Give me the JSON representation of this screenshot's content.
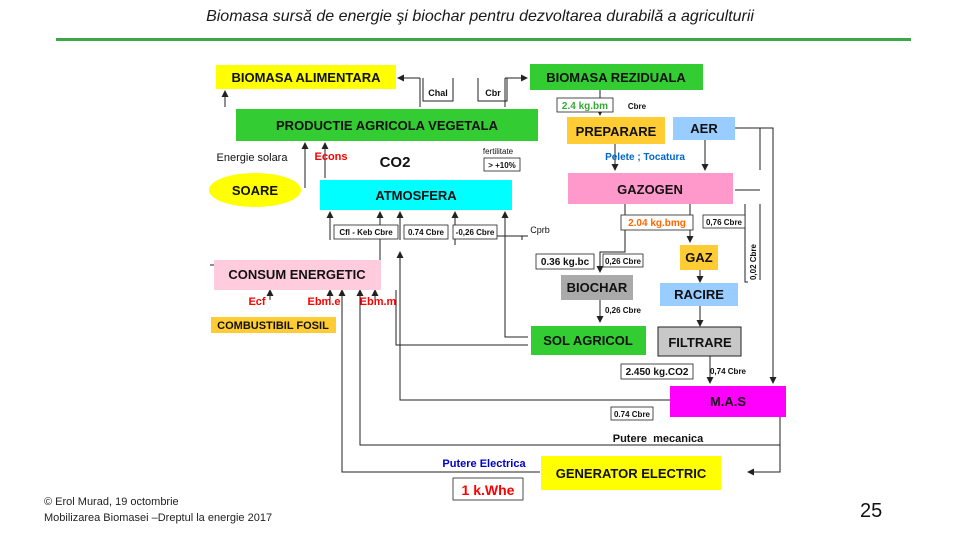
{
  "header": {
    "title": "Biomasa sursă de energie şi biochar pentru dezvoltarea durabilă a agriculturii"
  },
  "nodes": {
    "biomasa_alimentara": "BIOMASA ALIMENTARA",
    "biomasa_reziduala": "BIOMASA REZIDUALA",
    "productie": "PRODUCTIE AGRICOLA VEGETALA",
    "preparare": "PREPARARE",
    "aer": "AER",
    "soare": "SOARE",
    "atmosfera": "ATMOSFERA",
    "gazogen": "GAZOGEN",
    "gaz": "GAZ",
    "consum": "CONSUM ENERGETIC",
    "biochar": "BIOCHAR",
    "racire": "RACIRE",
    "combustibil": "COMBUSTIBIL FOSIL",
    "sol": "SOL AGRICOL",
    "filtrare": "FILTRARE",
    "mas": "M.A.S",
    "generator": "GENERATOR ELECTRIC",
    "kwh": "1 k.Whe"
  },
  "labels": {
    "chal": "Chal",
    "cbr": "Cbr",
    "kg_bm": "2.4 kg.bm",
    "cbre_top": "Cbre",
    "fertilitate": "fertilitate",
    "fert_pct": "> +10%",
    "energie_solara": "Energie solara",
    "econs": "Econs",
    "co2": "CO2",
    "pelete": "Pelete ; Tocatura",
    "kg_bmg": "2.04 kg.bmg",
    "cbre_076_a": "0,76 Cbre",
    "cbre_002": "0,02 Cbre",
    "cfl": "Cfl - Keb Cbre",
    "cbre_074_a": "0.74 Cbre",
    "cbre_026_a": "-0,26 Cbre",
    "cprb": "Cprb",
    "kg_bc": "0.36 kg.bc",
    "cbre_026_b": "0,26 Cbre",
    "cbre_026_c": "0,26 Cbre",
    "ecf": "Ecf",
    "ebm_e": "Ebm.e",
    "ebm_m": "Ebm.m",
    "kg_co2": "2.450 kg.CO2",
    "cbre_074_b": "0,74 Cbre",
    "cbre_074_c": "0.74 Cbre",
    "putere_mecanica": "Putere  mecanica",
    "putere_electrica": "Putere Electrica"
  },
  "colors": {
    "yellow": "#ffff00",
    "green": "#33cc33",
    "orange": "#ffcc33",
    "cyan": "#00ffff",
    "pink": "#ff99cc",
    "lightblue": "#99ccff",
    "gray": "#aaaaaa",
    "lightgray": "#c8c8c8",
    "magenta": "#ff00ff",
    "red": "#ff0000",
    "blue": "#0000cc",
    "rule": "#3aa845"
  },
  "footer": {
    "line1": "© Erol Murad, 19 octombrie",
    "line2": "Mobilizarea Biomasei –Dreptul la energie 2017",
    "page": "25"
  }
}
